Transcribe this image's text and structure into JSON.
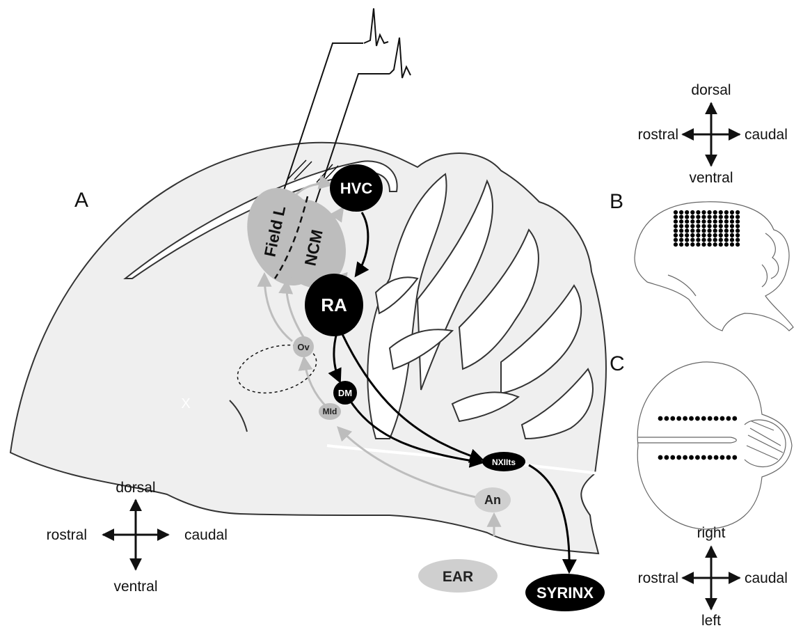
{
  "panels": {
    "a": "A",
    "b": "B",
    "c": "C"
  },
  "nuclei": {
    "hvc": "HVC",
    "ra": "RA",
    "dm": "DM",
    "nxii": "NXIIts",
    "syrinx": "SYRINX",
    "field_l": "Field L",
    "ncm": "NCM",
    "ov": "Ov",
    "mld": "MId",
    "an": "An",
    "ear": "EAR",
    "x": "X"
  },
  "compass_a": {
    "up": "dorsal",
    "down": "ventral",
    "left": "rostral",
    "right": "caudal"
  },
  "compass_top": {
    "up": "dorsal",
    "down": "ventral",
    "left": "rostral",
    "right": "caudal"
  },
  "compass_c": {
    "up": "right",
    "down": "left",
    "left": "rostral",
    "right": "caudal"
  },
  "colors": {
    "motor_pathway": "#000000",
    "auditory_pathway": "#bdbdbd",
    "brain_fill": "#efefef"
  }
}
